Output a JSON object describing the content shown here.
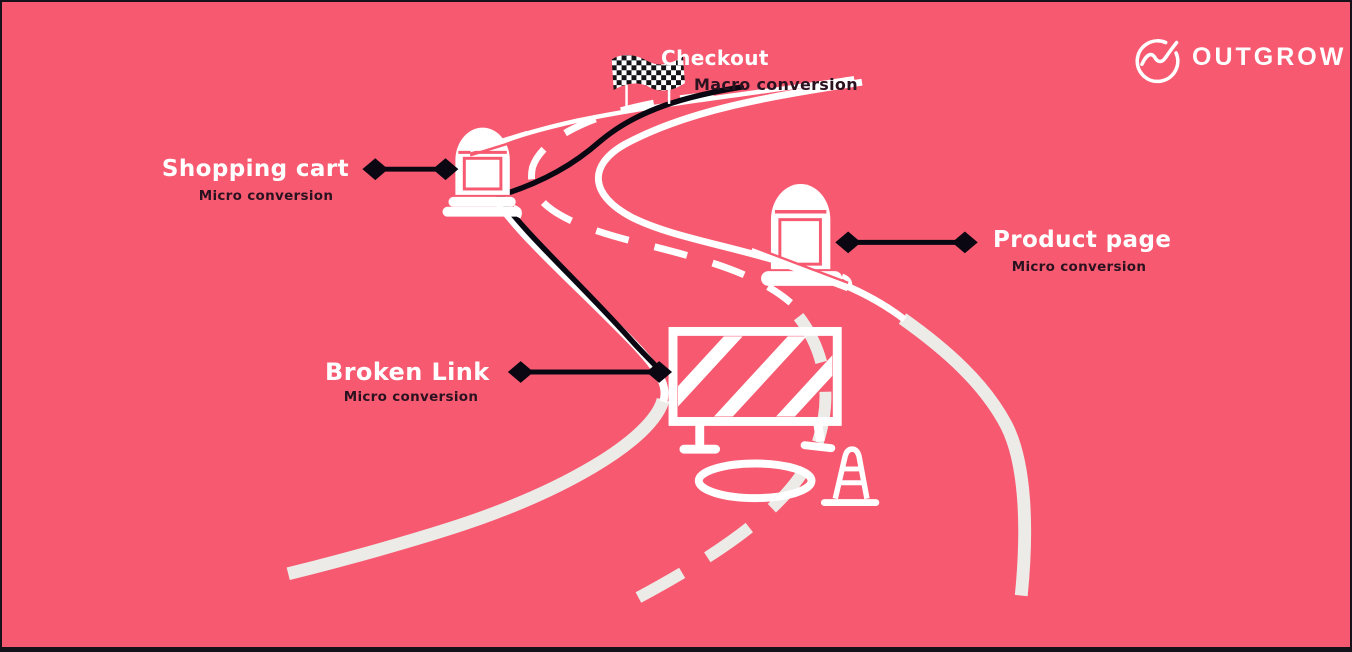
{
  "page": {
    "background_color": "#F75A70",
    "kind": "conversion-road-infographic"
  },
  "logo": {
    "brand": "OUTGROW"
  },
  "milestones": {
    "checkout": {
      "title": "Checkout",
      "subtitle": "Macro conversion",
      "marker": "finish-flag"
    },
    "shopping_cart": {
      "title": "Shopping cart",
      "subtitle": "Micro conversion",
      "marker": "milestone-pillar"
    },
    "product_page": {
      "title": "Product page",
      "subtitle": "Micro conversion",
      "marker": "milestone-pillar"
    },
    "broken_link": {
      "title": "Broken Link",
      "subtitle": "Micro conversion",
      "marker": "roadblock-barrier"
    }
  },
  "colors": {
    "background": "#F75A70",
    "title_text": "#FFFFFF",
    "subtitle_text": "#2A1220",
    "connector_black": "#0A0712",
    "road_white": "#FFFFFF",
    "road_gray": "#ECEBE8",
    "border": "#16121C"
  }
}
